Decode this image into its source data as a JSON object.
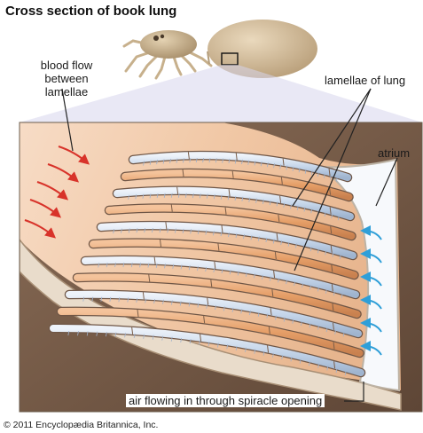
{
  "title": "Cross section of book lung",
  "labels": {
    "blood_flow": [
      "blood flow",
      "between lamellae"
    ],
    "lamellae": "lamellae of lung",
    "atrium": "atrium",
    "air_flow": "air flowing in through spiracle opening"
  },
  "copyright": "© 2011 Encyclopædia Britannica, Inc.",
  "colors": {
    "blood_arrow": "#d8332a",
    "air_arrow": "#2f9fd8",
    "lamella_orange": "#e8a878",
    "lamella_blue": "#c5d5e8",
    "tissue": "#f3d2b5",
    "body_brown": "#7b5f4b",
    "spider_body": "#c9b493"
  }
}
